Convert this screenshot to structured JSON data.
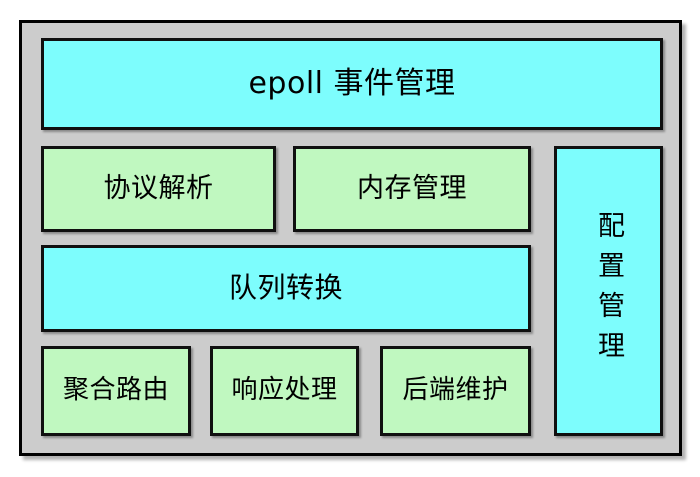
{
  "diagram": {
    "title": "epoll 事件管理",
    "palette": {
      "frame_background": "#cccccc",
      "frame_border": "#000000",
      "cyan_fill": "#7dfdfd",
      "green_fill": "#c0f8c0",
      "box_border": "#101010",
      "text": "#000000",
      "page_background": "#ffffff"
    },
    "rows": {
      "row1": {
        "boxes": [
          {
            "id": "epoll",
            "label": "epoll 事件管理",
            "fill": "cyan"
          }
        ]
      },
      "row2": {
        "boxes": [
          {
            "id": "protocol",
            "label": "协议解析",
            "fill": "green"
          },
          {
            "id": "memory",
            "label": "内存管理",
            "fill": "green"
          }
        ]
      },
      "row3": {
        "boxes": [
          {
            "id": "queue",
            "label": "队列转换",
            "fill": "cyan"
          }
        ]
      },
      "row4": {
        "boxes": [
          {
            "id": "aggregate",
            "label": "聚合路由",
            "fill": "green"
          },
          {
            "id": "response",
            "label": "响应处理",
            "fill": "green"
          },
          {
            "id": "backend",
            "label": "后端维护",
            "fill": "green"
          }
        ]
      }
    },
    "sidebar": {
      "boxes": [
        {
          "id": "config",
          "label": "配置管理",
          "fill": "cyan",
          "orientation": "vertical"
        }
      ]
    }
  }
}
